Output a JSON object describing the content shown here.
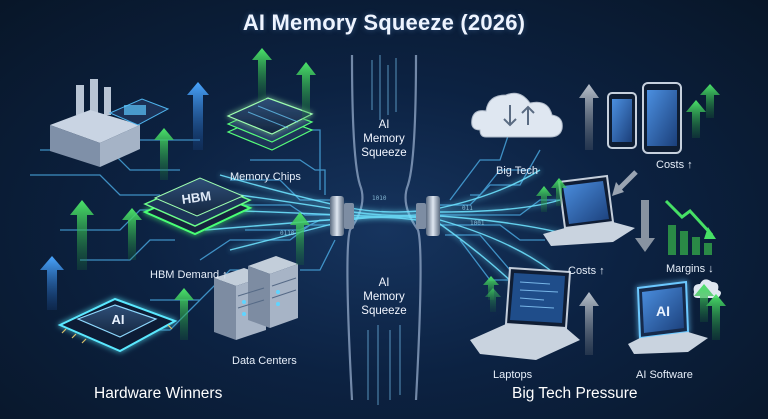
{
  "title": "AI Memory Squeeze (2026)",
  "center_top_label": [
    "AI",
    "Memory",
    "Squeeze"
  ],
  "center_bottom_label": [
    "AI",
    "Memory",
    "Squeeze"
  ],
  "left": {
    "memory_chips_label": "Memory Chips",
    "hbm_chip_text": "HBM",
    "hbm_demand_label": "HBM Demand ↑",
    "ai_chip_text": "AI",
    "data_centers_label": "Data Centers",
    "footer": "Hardware Winners"
  },
  "right": {
    "big_tech_label": "Big Tech",
    "costs_top_label": "Costs ↑",
    "costs_mid_label": "Costs ↑",
    "margins_label": "Margins ↓",
    "laptops_label": "Laptops",
    "ai_software_text": "AI",
    "ai_software_label": "AI Software",
    "footer": "Big Tech Pressure"
  },
  "colors": {
    "background": "#0c2242",
    "circuit": "#5fc3ff",
    "green_arrow": "#3fd35a",
    "blue_arrow": "#3d9bff",
    "gray_arrow": "#9aa4b2",
    "chip_glow": "#6cf07a"
  }
}
